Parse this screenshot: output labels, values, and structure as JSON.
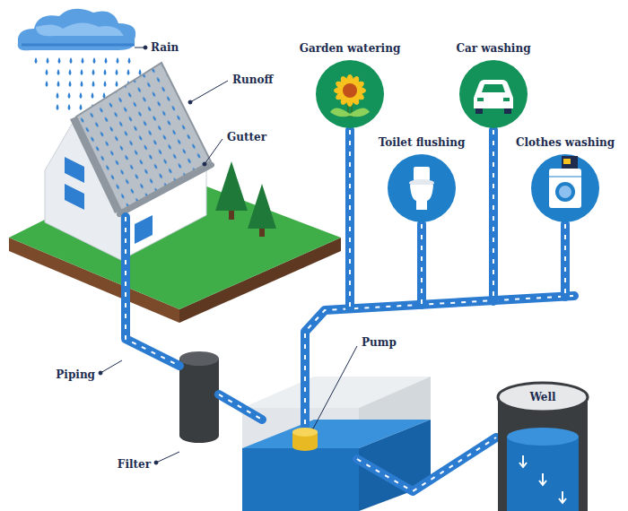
{
  "diagram": {
    "nodes": [
      {
        "text": [
          "Garden watering"
        ]
      },
      {
        "text": [
          "Car washing"
        ]
      },
      {
        "text": [
          "Toilet flushing"
        ]
      },
      {
        "text": [
          "Clothes washing"
        ]
      },
      {
        "text": [
          "Well"
        ]
      }
    ],
    "labels": [
      "Rain",
      "Runoff",
      "Gutter",
      "Pump",
      "Piping",
      "Filter"
    ]
  }
}
